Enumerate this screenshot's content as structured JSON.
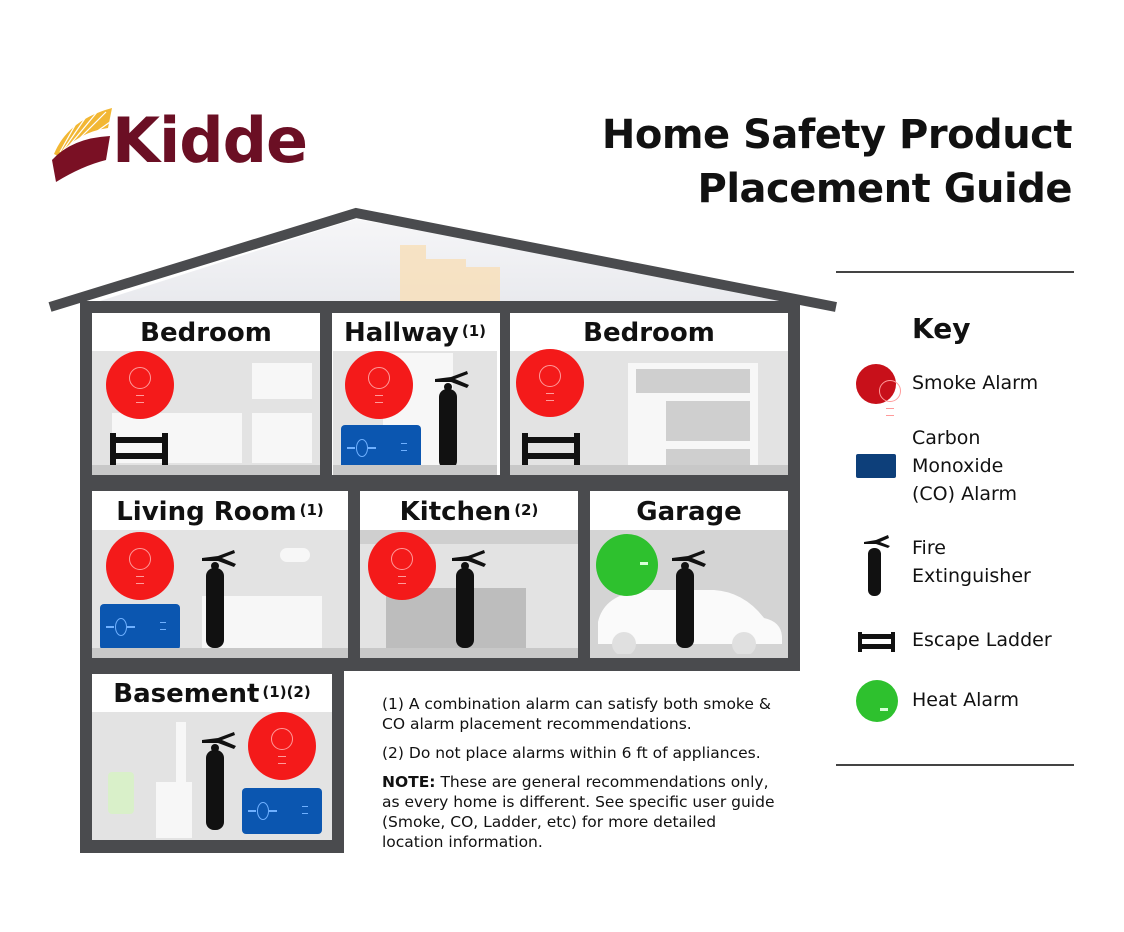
{
  "brand": {
    "name": "Kidde",
    "color": "#6b0f24",
    "accent": "#f2b733"
  },
  "title": {
    "line1": "Home Safety Product",
    "line2": "Placement Guide"
  },
  "colors": {
    "smoke_alarm": "#f41a1a",
    "co_alarm": "#0b56b0",
    "heat_alarm": "#2ec12e",
    "extinguisher": "#111111",
    "house_frame": "#4a4b4e"
  },
  "rooms": [
    {
      "id": "bedroom-left",
      "label": "Bedroom",
      "note": "",
      "items": [
        "smoke-alarm",
        "escape-ladder"
      ]
    },
    {
      "id": "hallway",
      "label": "Hallway",
      "note": "(1)",
      "items": [
        "smoke-alarm",
        "co-alarm",
        "fire-extinguisher"
      ]
    },
    {
      "id": "bedroom-right",
      "label": "Bedroom",
      "note": "",
      "items": [
        "smoke-alarm",
        "escape-ladder"
      ]
    },
    {
      "id": "living-room",
      "label": "Living Room",
      "note": "(1)",
      "items": [
        "smoke-alarm",
        "co-alarm",
        "fire-extinguisher"
      ]
    },
    {
      "id": "kitchen",
      "label": "Kitchen",
      "note": "(2)",
      "items": [
        "smoke-alarm",
        "fire-extinguisher"
      ]
    },
    {
      "id": "garage",
      "label": "Garage",
      "note": "",
      "items": [
        "heat-alarm",
        "fire-extinguisher"
      ]
    },
    {
      "id": "basement",
      "label": "Basement",
      "note": "(1)(2)",
      "items": [
        "fire-extinguisher",
        "smoke-alarm",
        "co-alarm"
      ]
    }
  ],
  "notes": {
    "n1": "(1) A combination alarm can satisfy both smoke & CO alarm placement recommendations.",
    "n2": "(2) Do not place alarms within 6 ft of appliances.",
    "note_label": "NOTE:",
    "note_text": " These are general recommendations only, as every home is different. See specific user guide (Smoke, CO, Ladder, etc) for more detailed location information."
  },
  "key": {
    "title": "Key",
    "items": [
      {
        "icon": "smoke-alarm-icon",
        "label": "Smoke Alarm"
      },
      {
        "icon": "co-alarm-icon",
        "label_lines": [
          "Carbon",
          "Monoxide",
          "(CO) Alarm"
        ]
      },
      {
        "icon": "fire-extinguisher-icon",
        "label_lines": [
          "Fire",
          "Extinguisher"
        ]
      },
      {
        "icon": "escape-ladder-icon",
        "label": "Escape Ladder"
      },
      {
        "icon": "heat-alarm-icon",
        "label": "Heat Alarm"
      }
    ]
  }
}
